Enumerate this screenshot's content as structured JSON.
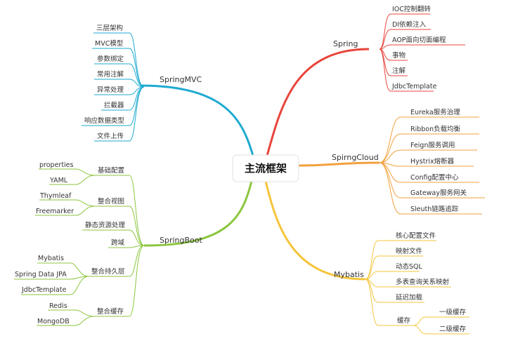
{
  "root": "主流框架",
  "colors": {
    "spring": "#e8453c",
    "cloud": "#f2a03d",
    "mybatis": "#f5c53b",
    "mvc": "#1eaad1",
    "boot": "#8cc63f"
  },
  "spring": {
    "label": "Spring",
    "items": [
      "IOC控制翻转",
      "DI依赖注入",
      "AOP面向切面编程",
      "事物",
      "注解",
      "JdbcTemplate"
    ]
  },
  "cloud": {
    "label": "SpirngCloud",
    "items": [
      "Eureka服务治理",
      "Ribbon负载均衡",
      "Feign服务调用",
      "Hystrix熔断器",
      "Config配置中心",
      "Gateway服务网关",
      "Sleuth链路追踪"
    ]
  },
  "mybatis": {
    "label": "Mybatis",
    "items": [
      "核心配置文件",
      "映射文件",
      "动态SQL",
      "多表查询关系映射",
      "延迟加载"
    ],
    "cache": {
      "label": "缓存",
      "items": [
        "一级缓存",
        "二级缓存"
      ]
    }
  },
  "mvc": {
    "label": "SpringMVC",
    "items": [
      "三层架构",
      "MVC模型",
      "参数绑定",
      "常用注解",
      "异常处理",
      "拦截器",
      "响应数据类型",
      "文件上传"
    ]
  },
  "boot": {
    "label": "SpringBoot",
    "basic": {
      "label": "基础配置",
      "items": [
        "properties",
        "YAML"
      ]
    },
    "view": {
      "label": "整合视图",
      "items": [
        "Thymleaf",
        "Freemarker"
      ]
    },
    "static": "静态资源处理",
    "cors": "跨域",
    "persist": {
      "label": "整合持久层",
      "items": [
        "Mybatis",
        "Spring Data JPA",
        "JdbcTemplate"
      ]
    },
    "cache": {
      "label": "整合缓存",
      "items": [
        "Redis",
        "MongoDB"
      ]
    }
  }
}
